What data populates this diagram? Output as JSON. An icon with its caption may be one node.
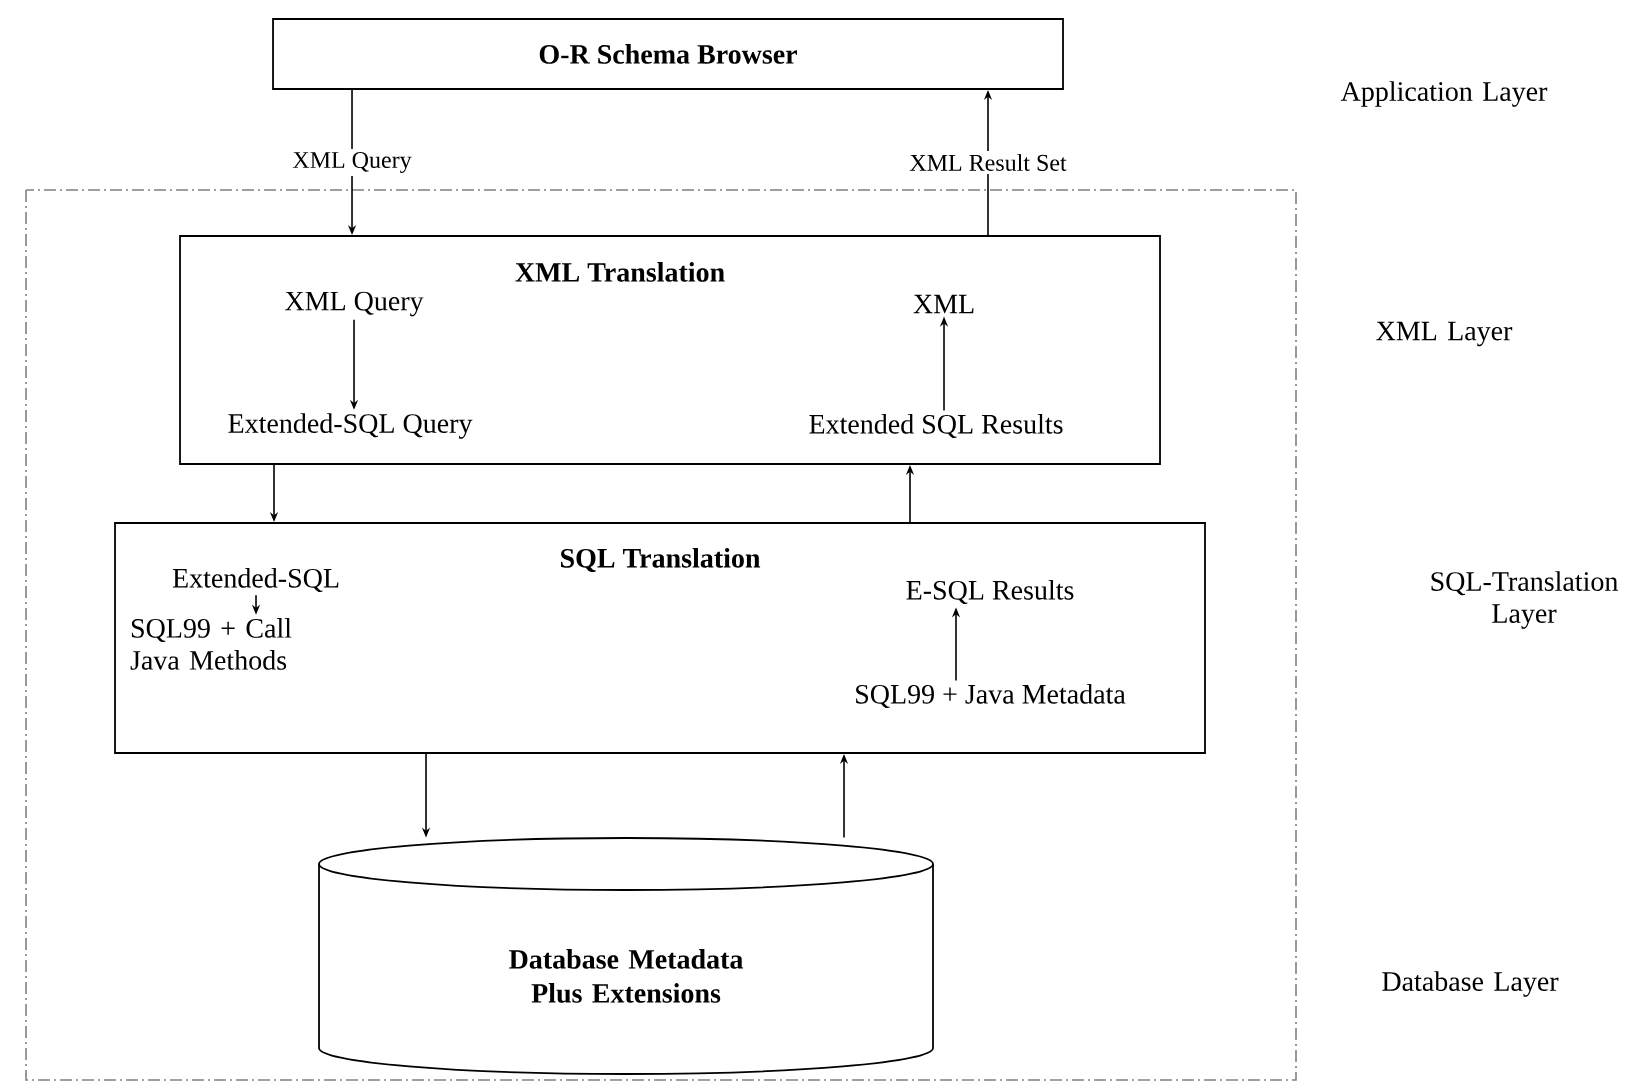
{
  "diagram": {
    "nodes": [
      {
        "text": [
          "O-R Schema Browser"
        ]
      },
      {
        "text": [
          "XML Translation"
        ]
      },
      {
        "text": [
          "XML Query"
        ],
        "in": 1
      },
      {
        "text": [
          "Extended-SQL Query"
        ],
        "in": 1
      },
      {
        "text": [
          "XML"
        ],
        "in": 1
      },
      {
        "text": [
          "Extended SQL Results"
        ],
        "in": 1
      },
      {
        "text": [
          "SQL Translation"
        ]
      },
      {
        "text": [
          "Extended-SQL"
        ],
        "in": 6
      },
      {
        "text": [
          "SQL99 + Call Java Methods"
        ],
        "in": 6
      },
      {
        "text": [
          "E-SQL Results"
        ],
        "in": 6
      },
      {
        "text": [
          "SQL99 + Java Metadata"
        ],
        "in": 6
      },
      {
        "text": [
          "Database Metadata Plus Extensions"
        ]
      }
    ],
    "edges": [
      {
        "from": 0,
        "to": 1,
        "arrow": "to",
        "label": "XML Query"
      },
      {
        "from": 1,
        "to": 0,
        "arrow": "to",
        "label": "XML Result Set"
      },
      {
        "from": 2,
        "to": 3,
        "arrow": "to"
      },
      {
        "from": 5,
        "to": 4,
        "arrow": "to"
      },
      {
        "from": 1,
        "to": 6,
        "arrow": "to"
      },
      {
        "from": 6,
        "to": 1,
        "arrow": "to"
      },
      {
        "from": 7,
        "to": 8,
        "arrow": "to"
      },
      {
        "from": 10,
        "to": 9,
        "arrow": "to"
      },
      {
        "from": 6,
        "to": 11,
        "arrow": "to"
      },
      {
        "from": 11,
        "to": 6,
        "arrow": "to"
      }
    ],
    "labels": [
      "Application Layer",
      "XML Layer",
      "SQL-Translation Layer",
      "Database Layer"
    ]
  }
}
